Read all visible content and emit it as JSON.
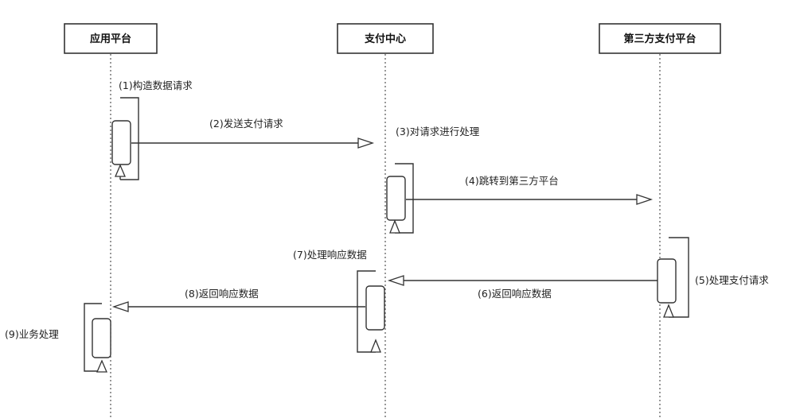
{
  "participants": [
    {
      "id": "app",
      "label": "应用平台"
    },
    {
      "id": "center",
      "label": "支付中心"
    },
    {
      "id": "third",
      "label": "第三方支付平台"
    }
  ],
  "steps": [
    {
      "id": "s1",
      "label": "(1)构造数据请求"
    },
    {
      "id": "s2",
      "label": "(2)发送支付请求"
    },
    {
      "id": "s3",
      "label": "(3)对请求进行处理"
    },
    {
      "id": "s4",
      "label": "(4)跳转到第三方平台"
    },
    {
      "id": "s5",
      "label": "(5)处理支付请求"
    },
    {
      "id": "s6",
      "label": "(6)返回响应数据"
    },
    {
      "id": "s7",
      "label": "(7)处理响应数据"
    },
    {
      "id": "s8",
      "label": "(8)返回响应数据"
    },
    {
      "id": "s9",
      "label": "(9)业务处理"
    }
  ]
}
